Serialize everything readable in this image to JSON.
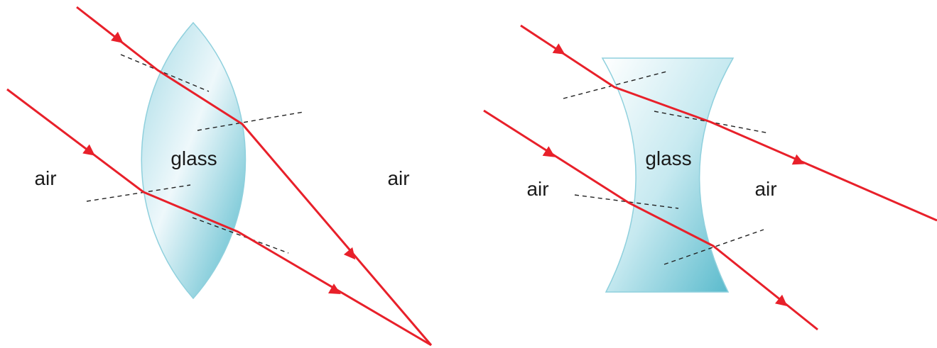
{
  "colors": {
    "ray": "#e8202a",
    "normal": "#222222",
    "lens_light": "#eef8fb",
    "lens_mid": "#a8dbe6",
    "lens_dark": "#5cbccd",
    "lens_edge": "#8fd0dd",
    "text": "#1a1a1a"
  },
  "convex": {
    "lens_label": "glass",
    "left_medium": "air",
    "right_medium": "air"
  },
  "concave": {
    "lens_label": "glass",
    "left_medium": "air",
    "right_medium": "air"
  }
}
